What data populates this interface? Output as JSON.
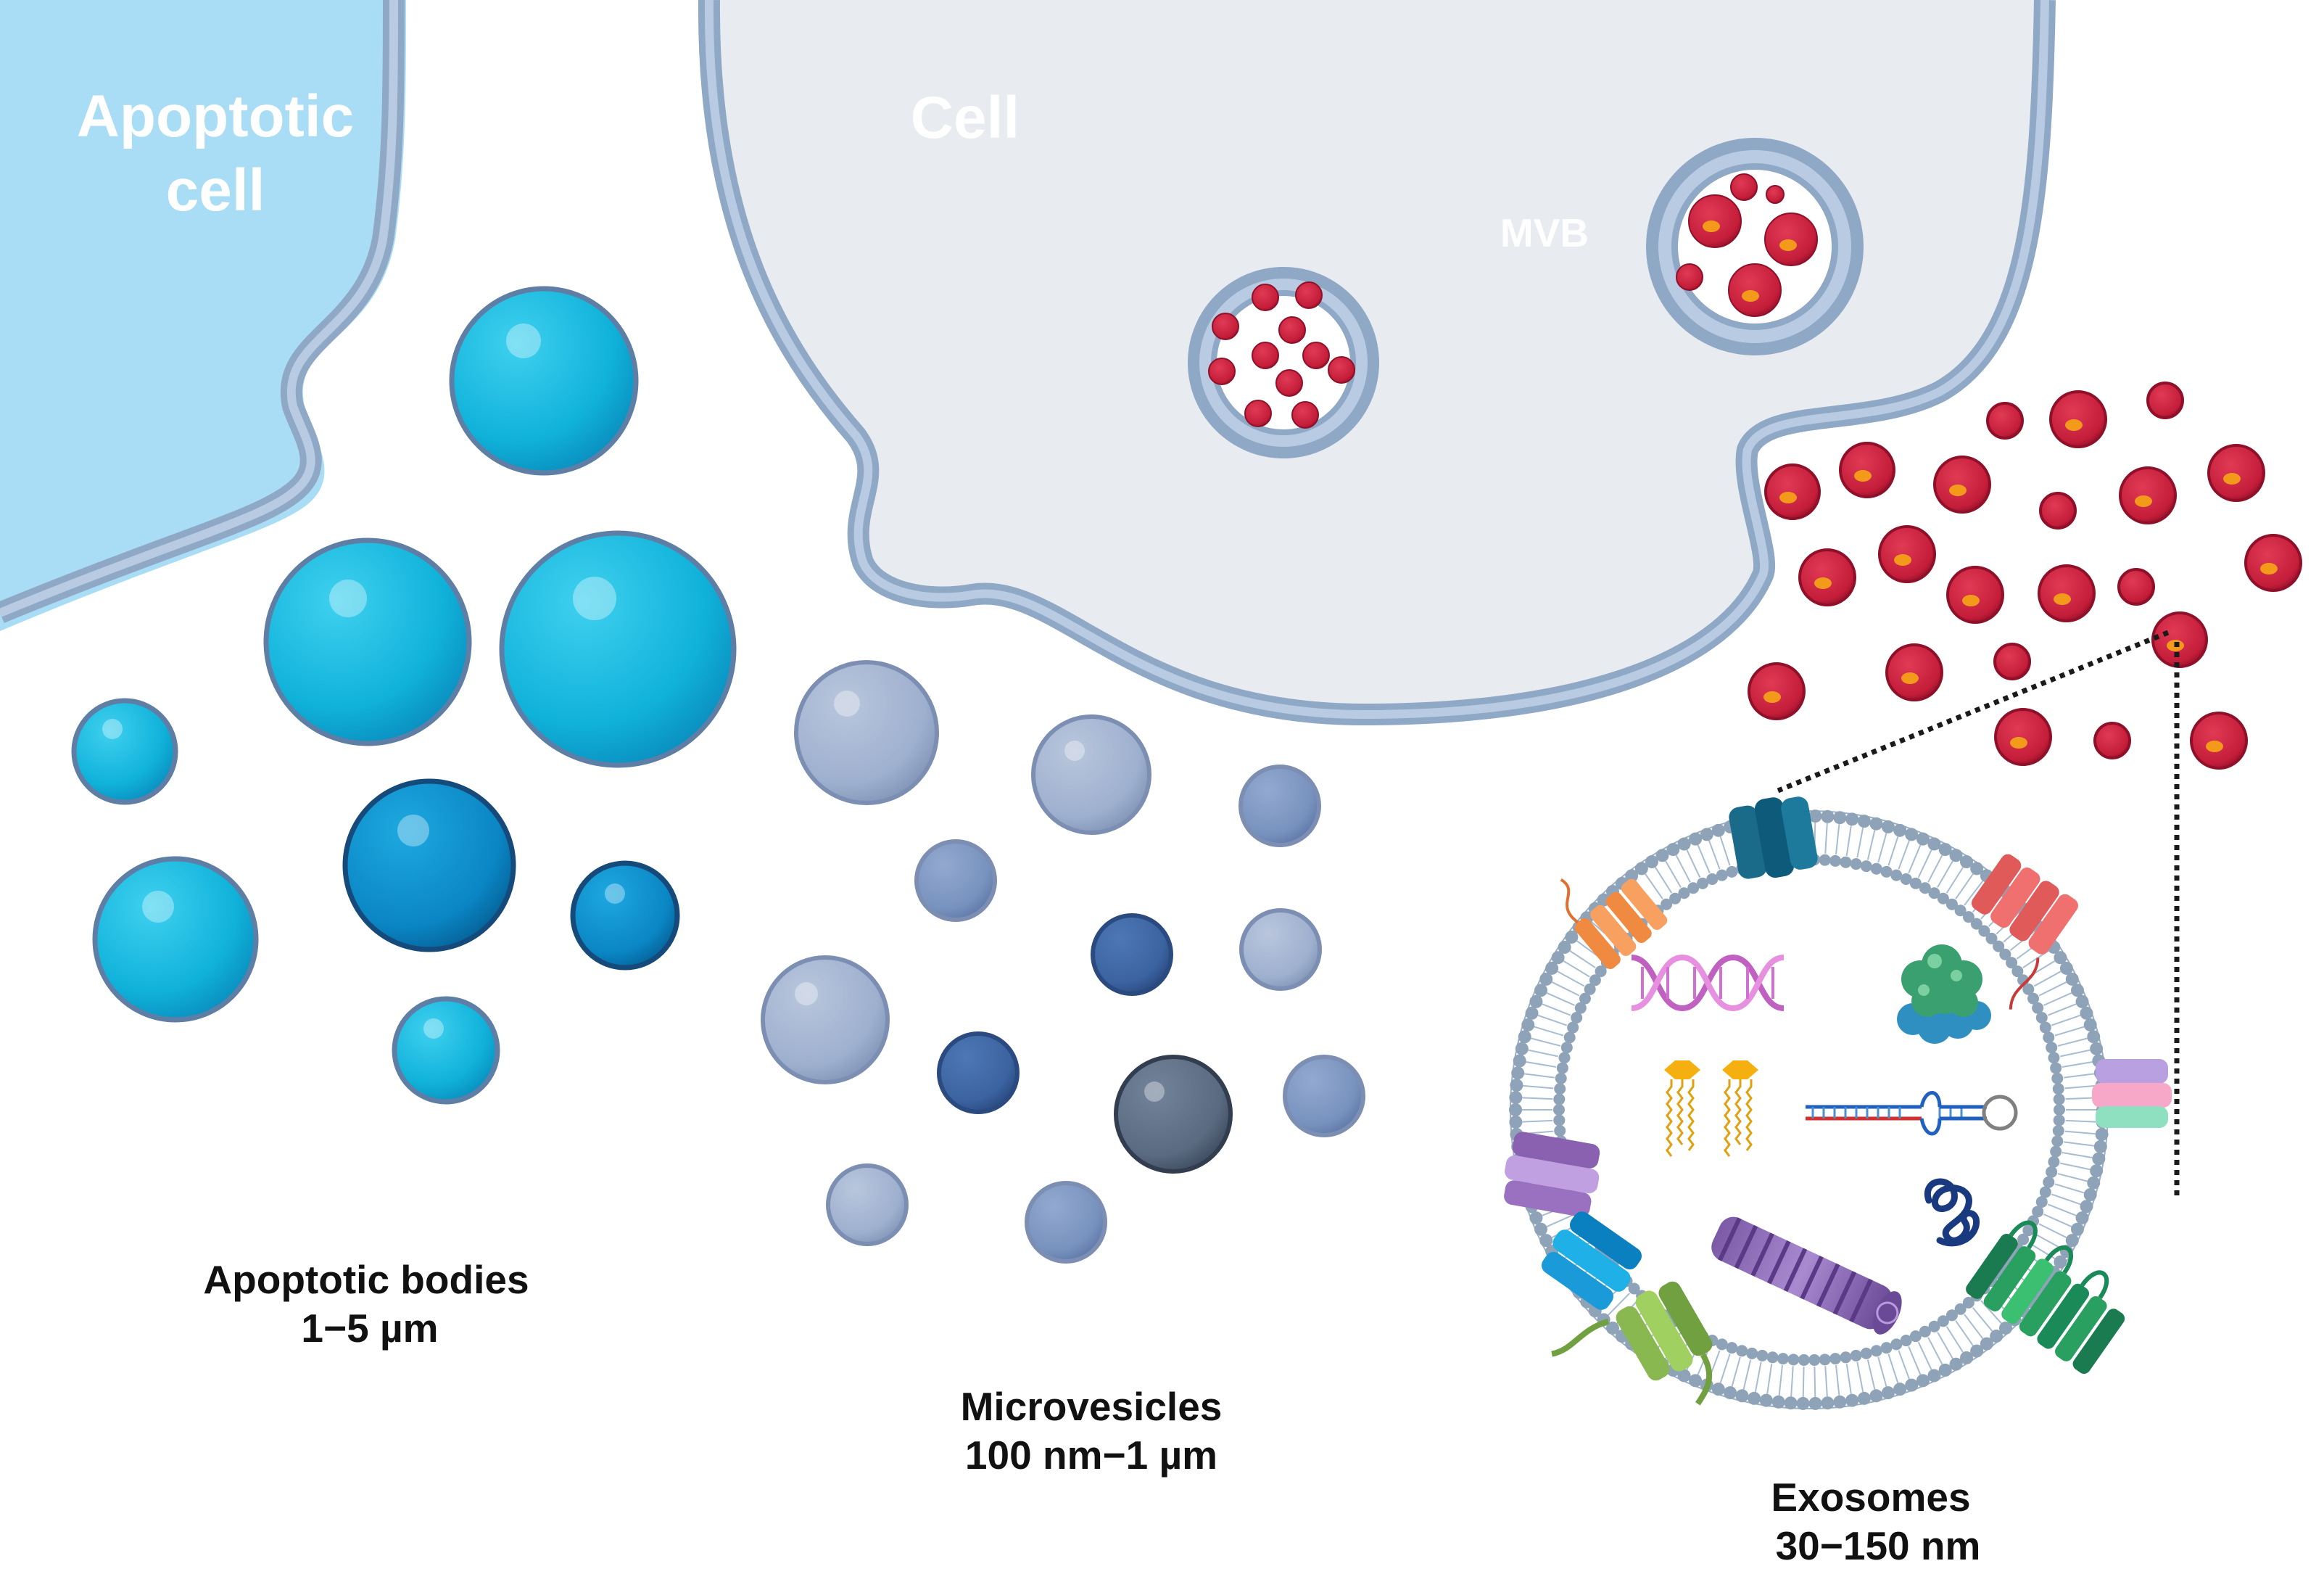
{
  "labels": {
    "apoptotic_cell": [
      "Apoptotic",
      "cell"
    ],
    "cell": "Cell",
    "mvb": "MVB",
    "apoptotic_bodies": [
      "Apoptotic bodies",
      "1−5 µm"
    ],
    "microvesicles": [
      "Microvesicles",
      "100 nm−1 µm"
    ],
    "exosomes": [
      "Exosomes",
      "30−150 nm"
    ]
  },
  "colors": {
    "apoptotic_cell_fill": "#a9dcf5",
    "cell_fill": "#e8ebf0",
    "membrane": "#8fa8c6",
    "apoptotic_body": "#17b6dd",
    "microvesicle": "#9fb1cf",
    "exosome": "#c5203d",
    "exosome_core": "#f39a1b"
  },
  "icons": [
    "dna-icon",
    "protein-cluster-icon",
    "lipid-icon",
    "mrna-hairpin-icon",
    "peptide-coil-icon",
    "cytoskeleton-filament-icon",
    "transmembrane-protein-icon"
  ]
}
